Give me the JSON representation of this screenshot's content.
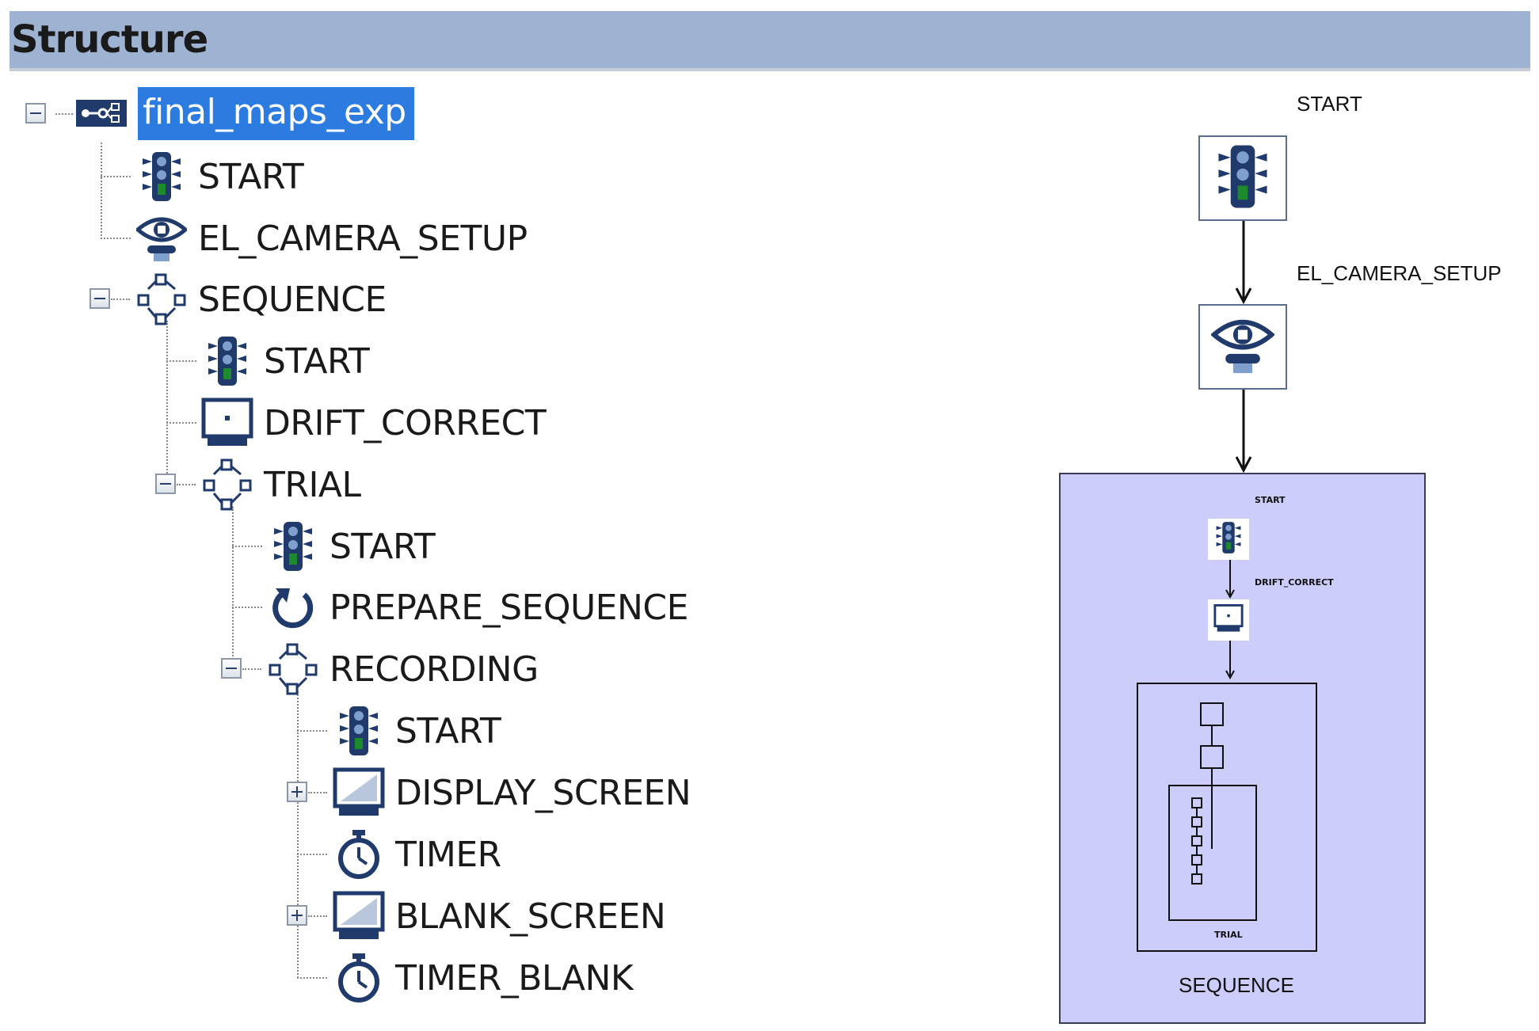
{
  "header": {
    "title": "Structure"
  },
  "tree": {
    "root": {
      "label": "final_maps_exp",
      "icon": "experiment-icon",
      "expanded": true,
      "selected": true
    },
    "items": [
      {
        "label": "START",
        "icon": "traffic-light-icon"
      },
      {
        "label": "EL_CAMERA_SETUP",
        "icon": "eye-camera-icon"
      },
      {
        "label": "SEQUENCE",
        "icon": "sequence-icon",
        "expanded": true
      },
      {
        "label": "START",
        "icon": "traffic-light-icon"
      },
      {
        "label": "DRIFT_CORRECT",
        "icon": "drift-correct-icon"
      },
      {
        "label": "TRIAL",
        "icon": "sequence-icon",
        "expanded": true
      },
      {
        "label": "START",
        "icon": "traffic-light-icon"
      },
      {
        "label": "PREPARE_SEQUENCE",
        "icon": "refresh-icon"
      },
      {
        "label": "RECORDING",
        "icon": "sequence-icon",
        "expanded": true
      },
      {
        "label": "START",
        "icon": "traffic-light-icon"
      },
      {
        "label": "DISPLAY_SCREEN",
        "icon": "monitor-icon",
        "expanded": false
      },
      {
        "label": "TIMER",
        "icon": "stopwatch-icon"
      },
      {
        "label": "BLANK_SCREEN",
        "icon": "monitor-icon",
        "expanded": false
      },
      {
        "label": "TIMER_BLANK",
        "icon": "stopwatch-icon"
      }
    ]
  },
  "flow": {
    "start_label": "START",
    "camera_label": "EL_CAMERA_SETUP",
    "sequence_label": "SEQUENCE",
    "inner_start_label": "START",
    "inner_drift_label": "DRIFT_CORRECT",
    "trial_label": "TRIAL"
  },
  "colors": {
    "header_bg": "#9db3d1",
    "selection": "#2b7be0",
    "sequence_fill": "#cdcdfb",
    "icon_navy": "#1f3a6b",
    "light_green": "#1e8a2e"
  }
}
